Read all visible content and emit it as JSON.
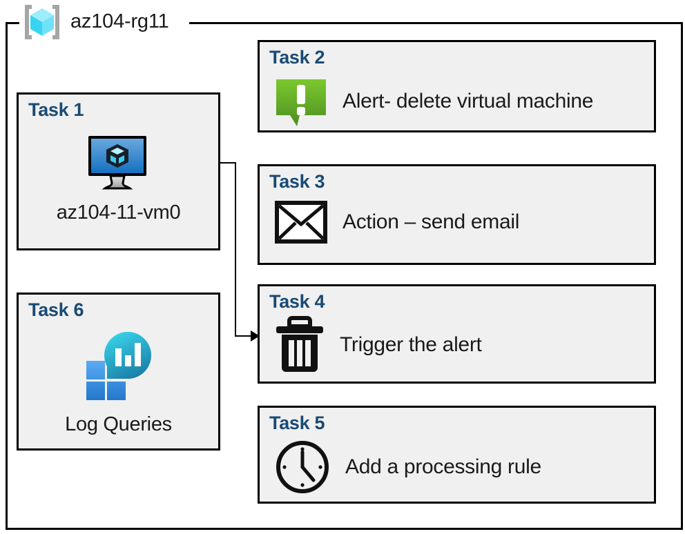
{
  "resource_group": {
    "icon": "azure-resource-group-icon",
    "title": "az104-rg11"
  },
  "colors": {
    "task_label": "#1a4a73",
    "box_fill": "#f0f0f0",
    "box_border": "#000000",
    "page_bg": "#ffffff",
    "alert_green_top": "#77c52c",
    "alert_green_bottom": "#4f9122",
    "vm_blue_top": "#5b9bd5",
    "vm_blue_bottom": "#1570c0",
    "log_square_light": "#52a5f0",
    "log_square_dark": "#2a7fd4",
    "log_circle_top": "#35d2ea",
    "log_circle_bottom": "#1a7fa8",
    "rg_cube_cyan": "#7fe6f7",
    "rg_bracket_gray": "#a6a6a6"
  },
  "tasks": [
    {
      "id": "task-1",
      "label": "Task 1",
      "caption": "az104-11-vm0",
      "icon": "virtual-machine-icon",
      "layout": "vertical"
    },
    {
      "id": "task-2",
      "label": "Task 2",
      "caption": "Alert- delete virtual machine",
      "icon": "alert-exclamation-icon",
      "layout": "horizontal"
    },
    {
      "id": "task-3",
      "label": "Task 3",
      "caption": "Action – send email",
      "icon": "envelope-icon",
      "layout": "horizontal"
    },
    {
      "id": "task-4",
      "label": "Task 4",
      "caption": "Trigger the alert",
      "icon": "trash-can-icon",
      "layout": "horizontal"
    },
    {
      "id": "task-5",
      "label": "Task 5",
      "caption": "Add a processing rule",
      "icon": "clock-icon",
      "layout": "horizontal"
    },
    {
      "id": "task-6",
      "label": "Task 6",
      "caption": "Log Queries",
      "icon": "log-analytics-icon",
      "layout": "vertical"
    }
  ],
  "connector": {
    "name": "vm-to-task4-connector",
    "from": "task-1",
    "to": "task-4"
  }
}
